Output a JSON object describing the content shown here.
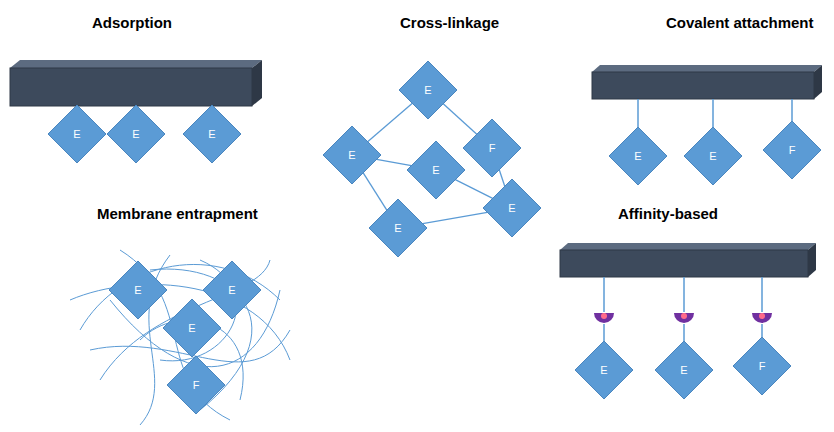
{
  "diagram": {
    "nodes": [
      {
        "text": [
          "E"
        ]
      },
      {
        "text": [
          "E"
        ]
      },
      {
        "text": [
          "E"
        ]
      },
      {
        "text": [
          "E"
        ]
      },
      {
        "text": [
          "F"
        ]
      },
      {
        "text": [
          "E"
        ]
      },
      {
        "text": [
          "E"
        ]
      },
      {
        "text": [
          "E"
        ]
      },
      {
        "text": [
          "E"
        ]
      },
      {
        "text": [
          "E"
        ]
      },
      {
        "text": [
          "E"
        ]
      },
      {
        "text": [
          "F"
        ]
      },
      {
        "text": [
          "E"
        ]
      },
      {
        "text": [
          "E"
        ]
      },
      {
        "text": [
          "E"
        ]
      },
      {
        "text": [
          "F"
        ]
      },
      {
        "text": [
          "E"
        ]
      },
      {
        "text": [
          "E"
        ]
      },
      {
        "text": [
          "F"
        ]
      }
    ],
    "edges": [
      {
        "from": 3,
        "to": 4,
        "arrow": "none"
      },
      {
        "from": 3,
        "to": 5,
        "arrow": "none"
      },
      {
        "from": 5,
        "to": 6,
        "arrow": "none"
      },
      {
        "from": 6,
        "to": 7,
        "arrow": "none"
      },
      {
        "from": 4,
        "to": 7,
        "arrow": "none"
      },
      {
        "from": 5,
        "to": 8,
        "arrow": "none"
      },
      {
        "from": 8,
        "to": 7,
        "arrow": "none"
      }
    ],
    "labels": [
      "Adsorption",
      "Cross-linkage",
      "Covalent attachment",
      "Membrane entrapment",
      "Affinity-based"
    ]
  }
}
